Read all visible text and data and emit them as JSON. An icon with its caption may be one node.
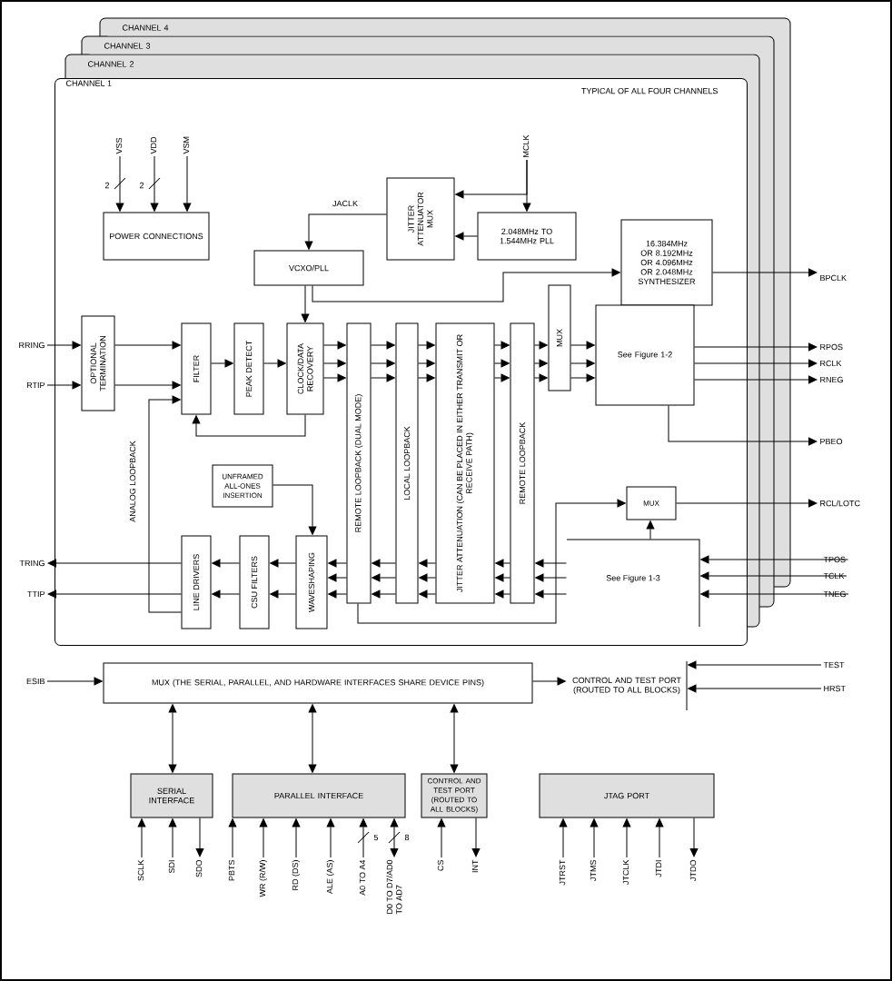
{
  "diagram": {
    "nodes": [
      {
        "text": [
          "CHANNEL 4"
        ]
      },
      {
        "text": [
          "CHANNEL 3"
        ]
      },
      {
        "text": [
          "CHANNEL 2"
        ]
      },
      {
        "text": [
          "CHANNEL 1",
          "TYPICAL OF ALL FOUR CHANNELS"
        ]
      },
      {
        "text": [
          "VSS"
        ],
        "in": 3
      },
      {
        "text": [
          "VDD"
        ],
        "in": 3
      },
      {
        "text": [
          "VSM"
        ],
        "in": 3
      },
      {
        "text": [
          "POWER CONNECTIONS"
        ],
        "in": 3
      },
      {
        "text": [
          "JITTER ATTENUATOR MUX"
        ],
        "in": 3
      },
      {
        "text": [
          "MCLK"
        ],
        "in": 3
      },
      {
        "text": [
          "2.048MHz TO 1.544MHz PLL"
        ],
        "in": 3
      },
      {
        "text": [
          "VCXO/PLL"
        ],
        "in": 3
      },
      {
        "text": [
          "16.384MHz OR 8.192MHz OR 4.096MHz OR 2.048MHz SYNTHESIZER"
        ],
        "in": 3
      },
      {
        "text": [
          "BPCLK"
        ]
      },
      {
        "text": [
          "RRING"
        ]
      },
      {
        "text": [
          "RTIP"
        ]
      },
      {
        "text": [
          "OPTIONAL TERMINATION"
        ],
        "in": 3
      },
      {
        "text": [
          "FILTER"
        ],
        "in": 3
      },
      {
        "text": [
          "PEAK DETECT"
        ],
        "in": 3
      },
      {
        "text": [
          "CLOCK/DATA RECOVERY"
        ],
        "in": 3
      },
      {
        "text": [
          "REMOTE LOOPBACK (DUAL MODE)"
        ],
        "in": 3
      },
      {
        "text": [
          "LOCAL LOOPBACK"
        ],
        "in": 3
      },
      {
        "text": [
          "JITTER ATTENUATION (CAN BE PLACED IN EITHER TRANSMIT OR RECEIVE PATH)"
        ],
        "in": 3
      },
      {
        "text": [
          "REMOTE LOOPBACK"
        ],
        "in": 3
      },
      {
        "text": [
          "MUX"
        ],
        "in": 3
      },
      {
        "text": [
          "See Figure 1-2"
        ],
        "in": 3
      },
      {
        "text": [
          "RPOS"
        ]
      },
      {
        "text": [
          "RCLK"
        ]
      },
      {
        "text": [
          "RNEG"
        ]
      },
      {
        "text": [
          "PBEO"
        ]
      },
      {
        "text": [
          "MUX"
        ],
        "in": 3
      },
      {
        "text": [
          "RCL/LOTC"
        ]
      },
      {
        "text": [
          "See Figure 1-3"
        ],
        "in": 3
      },
      {
        "text": [
          "TPOS"
        ]
      },
      {
        "text": [
          "TCLK"
        ]
      },
      {
        "text": [
          "TNEG"
        ]
      },
      {
        "text": [
          "UNFRAMED ALL-ONES INSERTION"
        ],
        "in": 3
      },
      {
        "text": [
          "WAVESHAPING"
        ],
        "in": 3
      },
      {
        "text": [
          "CSU FILTERS"
        ],
        "in": 3
      },
      {
        "text": [
          "LINE DRIVERS"
        ],
        "in": 3
      },
      {
        "text": [
          "TRING"
        ]
      },
      {
        "text": [
          "TTIP"
        ]
      },
      {
        "text": [
          "ESIB"
        ]
      },
      {
        "text": [
          "MUX (THE SERIAL, PARALLEL, AND HARDWARE INTERFACES SHARE DEVICE PINS)"
        ]
      },
      {
        "text": [
          "CONTROL AND TEST PORT (ROUTED TO ALL BLOCKS)"
        ]
      },
      {
        "text": [
          "TEST"
        ]
      },
      {
        "text": [
          "HRST"
        ]
      },
      {
        "text": [
          "SERIAL INTERFACE"
        ]
      },
      {
        "text": [
          "PARALLEL INTERFACE"
        ]
      },
      {
        "text": [
          "CONTROL AND TEST PORT (ROUTED TO ALL BLOCKS)"
        ]
      },
      {
        "text": [
          "JTAG PORT"
        ]
      },
      {
        "text": [
          "SCLK"
        ]
      },
      {
        "text": [
          "SDI"
        ]
      },
      {
        "text": [
          "SDO"
        ]
      },
      {
        "text": [
          "PBTS"
        ]
      },
      {
        "text": [
          "WR (R/W)"
        ]
      },
      {
        "text": [
          "RD (DS)"
        ]
      },
      {
        "text": [
          "ALE (AS)"
        ]
      },
      {
        "text": [
          "A0 TO A4"
        ]
      },
      {
        "text": [
          "D0 TO D7/AD0 TO AD7"
        ]
      },
      {
        "text": [
          "CS"
        ]
      },
      {
        "text": [
          "INT"
        ]
      },
      {
        "text": [
          "JTRST"
        ]
      },
      {
        "text": [
          "JTMS"
        ]
      },
      {
        "text": [
          "JTCLK"
        ]
      },
      {
        "text": [
          "JTDI"
        ]
      },
      {
        "text": [
          "JTDO"
        ]
      }
    ],
    "edges": [
      {
        "from": 4,
        "to": 7,
        "arrow": "to"
      },
      {
        "from": 5,
        "to": 7,
        "arrow": "to"
      },
      {
        "from": 6,
        "to": 7,
        "arrow": "to"
      },
      {
        "from": 9,
        "to": 10,
        "arrow": "to"
      },
      {
        "from": 9,
        "to": 8,
        "arrow": "to"
      },
      {
        "from": 10,
        "to": 8,
        "arrow": "to"
      },
      {
        "from": 8,
        "to": 11,
        "arrow": "to",
        "label": "JACLK"
      },
      {
        "from": 11,
        "to": 19,
        "arrow": "to"
      },
      {
        "from": 11,
        "to": 12,
        "arrow": "to"
      },
      {
        "from": 12,
        "to": 13,
        "arrow": "to"
      },
      {
        "from": 14,
        "to": 16,
        "arrow": "to"
      },
      {
        "from": 15,
        "to": 16,
        "arrow": "to"
      },
      {
        "from": 16,
        "to": 17,
        "arrow": "to"
      },
      {
        "from": 16,
        "to": 17,
        "arrow": "to"
      },
      {
        "from": 17,
        "to": 18,
        "arrow": "to"
      },
      {
        "from": 18,
        "to": 19,
        "arrow": "to"
      },
      {
        "from": 19,
        "to": 17,
        "arrow": "to"
      },
      {
        "from": 19,
        "to": 20,
        "arrow": "to"
      },
      {
        "from": 19,
        "to": 20,
        "arrow": "to"
      },
      {
        "from": 19,
        "to": 20,
        "arrow": "to"
      },
      {
        "from": 20,
        "to": 21,
        "arrow": "to"
      },
      {
        "from": 20,
        "to": 21,
        "arrow": "to"
      },
      {
        "from": 20,
        "to": 21,
        "arrow": "to"
      },
      {
        "from": 21,
        "to": 22,
        "arrow": "to"
      },
      {
        "from": 21,
        "to": 22,
        "arrow": "to"
      },
      {
        "from": 21,
        "to": 22,
        "arrow": "to"
      },
      {
        "from": 22,
        "to": 23,
        "arrow": "to"
      },
      {
        "from": 22,
        "to": 23,
        "arrow": "to"
      },
      {
        "from": 22,
        "to": 23,
        "arrow": "to"
      },
      {
        "from": 23,
        "to": 24,
        "arrow": "to"
      },
      {
        "from": 23,
        "to": 24,
        "arrow": "to"
      },
      {
        "from": 23,
        "to": 24,
        "arrow": "to"
      },
      {
        "from": 24,
        "to": 25,
        "arrow": "to"
      },
      {
        "from": 24,
        "to": 25,
        "arrow": "to"
      },
      {
        "from": 24,
        "to": 25,
        "arrow": "to"
      },
      {
        "from": 25,
        "to": 26,
        "arrow": "to"
      },
      {
        "from": 25,
        "to": 27,
        "arrow": "to"
      },
      {
        "from": 25,
        "to": 28,
        "arrow": "to"
      },
      {
        "from": 25,
        "to": 29,
        "arrow": "to"
      },
      {
        "from": 30,
        "to": 31,
        "arrow": "to"
      },
      {
        "from": 32,
        "to": 30,
        "arrow": "to"
      },
      {
        "from": 33,
        "to": 32,
        "arrow": "to"
      },
      {
        "from": 34,
        "to": 32,
        "arrow": "to"
      },
      {
        "from": 35,
        "to": 32,
        "arrow": "to"
      },
      {
        "from": 32,
        "to": 23,
        "arrow": "to"
      },
      {
        "from": 32,
        "to": 23,
        "arrow": "to"
      },
      {
        "from": 32,
        "to": 23,
        "arrow": "to"
      },
      {
        "from": 20,
        "to": 30,
        "arrow": "to"
      },
      {
        "from": 23,
        "to": 22,
        "arrow": "to"
      },
      {
        "from": 23,
        "to": 22,
        "arrow": "to"
      },
      {
        "from": 23,
        "to": 22,
        "arrow": "to"
      },
      {
        "from": 22,
        "to": 21,
        "arrow": "to"
      },
      {
        "from": 22,
        "to": 21,
        "arrow": "to"
      },
      {
        "from": 22,
        "to": 21,
        "arrow": "to"
      },
      {
        "from": 21,
        "to": 20,
        "arrow": "to"
      },
      {
        "from": 21,
        "to": 20,
        "arrow": "to"
      },
      {
        "from": 21,
        "to": 20,
        "arrow": "to"
      },
      {
        "from": 20,
        "to": 37,
        "arrow": "to"
      },
      {
        "from": 20,
        "to": 37,
        "arrow": "to"
      },
      {
        "from": 20,
        "to": 37,
        "arrow": "to"
      },
      {
        "from": 36,
        "to": 37,
        "arrow": "to"
      },
      {
        "from": 37,
        "to": 38,
        "arrow": "to"
      },
      {
        "from": 37,
        "to": 38,
        "arrow": "to"
      },
      {
        "from": 38,
        "to": 39,
        "arrow": "to"
      },
      {
        "from": 38,
        "to": 39,
        "arrow": "to"
      },
      {
        "from": 39,
        "to": 40,
        "arrow": "to"
      },
      {
        "from": 39,
        "to": 41,
        "arrow": "to"
      },
      {
        "from": 39,
        "to": 17,
        "arrow": "to"
      },
      {
        "from": 42,
        "to": 43,
        "arrow": "to"
      },
      {
        "from": 43,
        "to": 44,
        "arrow": "to"
      },
      {
        "from": 45,
        "to": 44,
        "arrow": "to"
      },
      {
        "from": 46,
        "to": 44,
        "arrow": "to"
      },
      {
        "from": 43,
        "to": 47,
        "arrow": "both"
      },
      {
        "from": 43,
        "to": 48,
        "arrow": "both"
      },
      {
        "from": 43,
        "to": 49,
        "arrow": "both"
      },
      {
        "from": 51,
        "to": 47,
        "arrow": "to"
      },
      {
        "from": 52,
        "to": 47,
        "arrow": "to"
      },
      {
        "from": 47,
        "to": 53,
        "arrow": "to"
      },
      {
        "from": 54,
        "to": 48,
        "arrow": "to"
      },
      {
        "from": 55,
        "to": 48,
        "arrow": "to"
      },
      {
        "from": 56,
        "to": 48,
        "arrow": "to"
      },
      {
        "from": 57,
        "to": 48,
        "arrow": "to"
      },
      {
        "from": 58,
        "to": 48,
        "arrow": "to"
      },
      {
        "from": 59,
        "to": 48,
        "arrow": "both"
      },
      {
        "from": 60,
        "to": 49,
        "arrow": "to"
      },
      {
        "from": 49,
        "to": 61,
        "arrow": "to"
      },
      {
        "from": 62,
        "to": 50,
        "arrow": "to"
      },
      {
        "from": 63,
        "to": 50,
        "arrow": "to"
      },
      {
        "from": 64,
        "to": 50,
        "arrow": "to"
      },
      {
        "from": 65,
        "to": 50,
        "arrow": "to"
      },
      {
        "from": 50,
        "to": 66,
        "arrow": "to"
      }
    ],
    "labels": [
      "2",
      "2",
      "ANALOG LOOPBACK",
      "5",
      "8"
    ]
  }
}
